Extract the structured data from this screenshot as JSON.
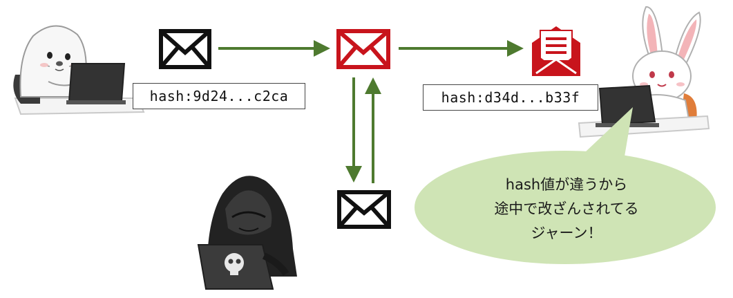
{
  "hash_sender": "hash:9d24...c2ca",
  "hash_receiver": "hash:d34d...b33f",
  "speech_bubble": {
    "line1": "hash値が違うから",
    "line2": "途中で改ざんされてる",
    "line3": "ジャーン！"
  },
  "colors": {
    "arrow": "#4e7a2f",
    "tampered_mail": "#c8141c",
    "mail": "#111111",
    "bubble": "#cfe4b5"
  },
  "icons": {
    "sender": "seal-with-laptop",
    "receiver": "rabbit-with-laptop",
    "attacker": "hooded-hacker-with-skull-laptop"
  }
}
